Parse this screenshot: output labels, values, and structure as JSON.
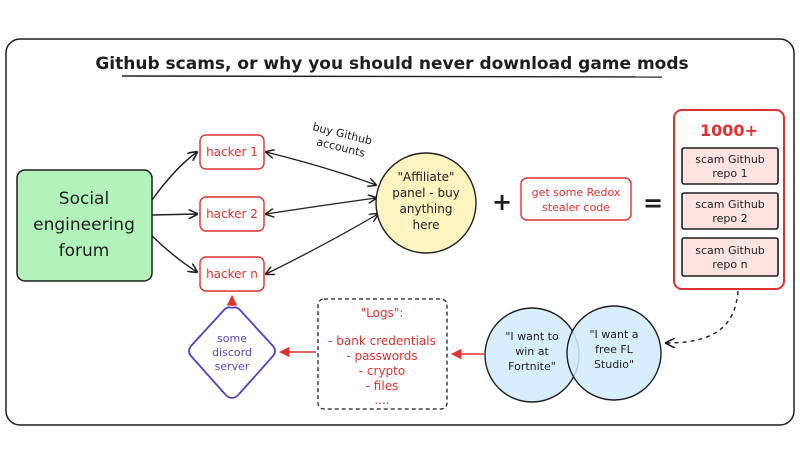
{
  "title": "Github scams, or why you should never download game mods",
  "forum": {
    "lines": [
      "Social",
      "engineering",
      "forum"
    ]
  },
  "hackers": [
    "hacker 1",
    "hacker 2",
    "hacker n"
  ],
  "buy_note": {
    "lines": [
      "buy Github",
      "accounts"
    ]
  },
  "affiliate": {
    "lines": [
      "\"Affiliate\"",
      "panel - buy",
      "anything",
      "here"
    ]
  },
  "plus": "+",
  "equals": "=",
  "redox": {
    "lines": [
      "get some Redox",
      "stealer code"
    ]
  },
  "repos": {
    "header": "1000+",
    "items": [
      {
        "lines": [
          "scam Github",
          "repo 1"
        ]
      },
      {
        "lines": [
          "scam Github",
          "repo 2"
        ]
      },
      {
        "lines": [
          "scam Github",
          "repo n"
        ]
      }
    ]
  },
  "victims": [
    {
      "lines": [
        "\"I want to",
        "win at",
        "Fortnite\""
      ]
    },
    {
      "lines": [
        "\"I want a",
        "free FL",
        "Studio\""
      ]
    }
  ],
  "logs": {
    "title": "\"Logs\":",
    "items": [
      "- bank credentials",
      "- passwords",
      "- crypto",
      "- files",
      "...."
    ]
  },
  "discord": {
    "lines": [
      "some",
      "discord",
      "server"
    ]
  },
  "colors": {
    "red": "#e03131",
    "green_fill": "#b2f2bb",
    "yellow_fill": "#fff3bf",
    "blue_fill": "#d0ebff",
    "purple": "#5a3fc0",
    "repo_fill": "#ffe3e3"
  }
}
